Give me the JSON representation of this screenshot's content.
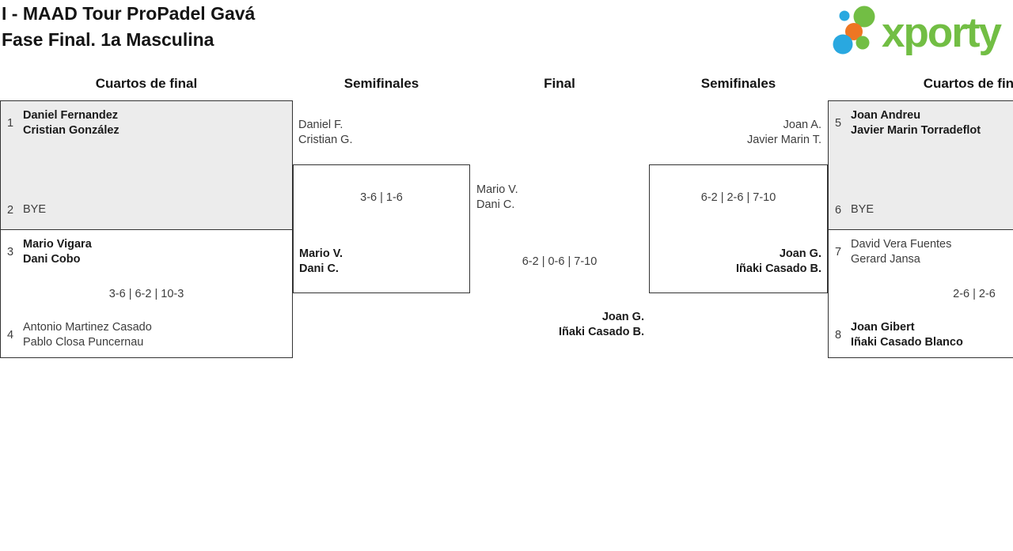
{
  "header": {
    "title": "I - MAAD Tour ProPadel Gavá",
    "subtitle": "Fase Final. 1a Masculina"
  },
  "brand": {
    "logo_text": "xporty",
    "green": "#72BE44",
    "blue": "#29A8E0",
    "orange": "#EE7623",
    "box_shade": "#ececec",
    "border": "#333333"
  },
  "rounds": {
    "qf_left": "Cuartos de final",
    "sf_left": "Semifinales",
    "final": "Final",
    "sf_right": "Semifinales",
    "qf_right": "Cuartos de final"
  },
  "matches": {
    "qf_l1": {
      "seed_a": "1",
      "a1": "Daniel Fernandez",
      "a2": "Cristian González",
      "seed_b": "2",
      "b": "BYE"
    },
    "qf_l2": {
      "seed_a": "3",
      "a1": "Mario Vigara",
      "a2": "Dani Cobo",
      "score": "3-6 | 6-2 | 10-3",
      "seed_b": "4",
      "b1": "Antonio Martinez Casado",
      "b2": "Pablo Closa Puncernau"
    },
    "sf_l": {
      "a1": "Daniel F.",
      "a2": "Cristian G.",
      "score": "3-6 | 1-6",
      "b1": "Mario V.",
      "b2": "Dani C."
    },
    "final": {
      "a1": "Mario V.",
      "a2": "Dani C.",
      "score": "6-2 | 0-6 | 7-10",
      "b1": "Joan G.",
      "b2": "Iñaki Casado B."
    },
    "sf_r": {
      "a1": "Joan A.",
      "a2": "Javier Marin T.",
      "score": "6-2 | 2-6 | 7-10",
      "b1": "Joan G.",
      "b2": "Iñaki Casado B."
    },
    "qf_r1": {
      "seed_a": "5",
      "a1": "Joan Andreu",
      "a2": "Javier Marin Torradeflot",
      "seed_b": "6",
      "b": "BYE"
    },
    "qf_r2": {
      "seed_a": "7",
      "a1": "David Vera Fuentes",
      "a2": "Gerard Jansa",
      "score": "2-6 | 2-6",
      "seed_b": "8",
      "b1": "Joan Gibert",
      "b2": "Iñaki Casado Blanco"
    }
  }
}
